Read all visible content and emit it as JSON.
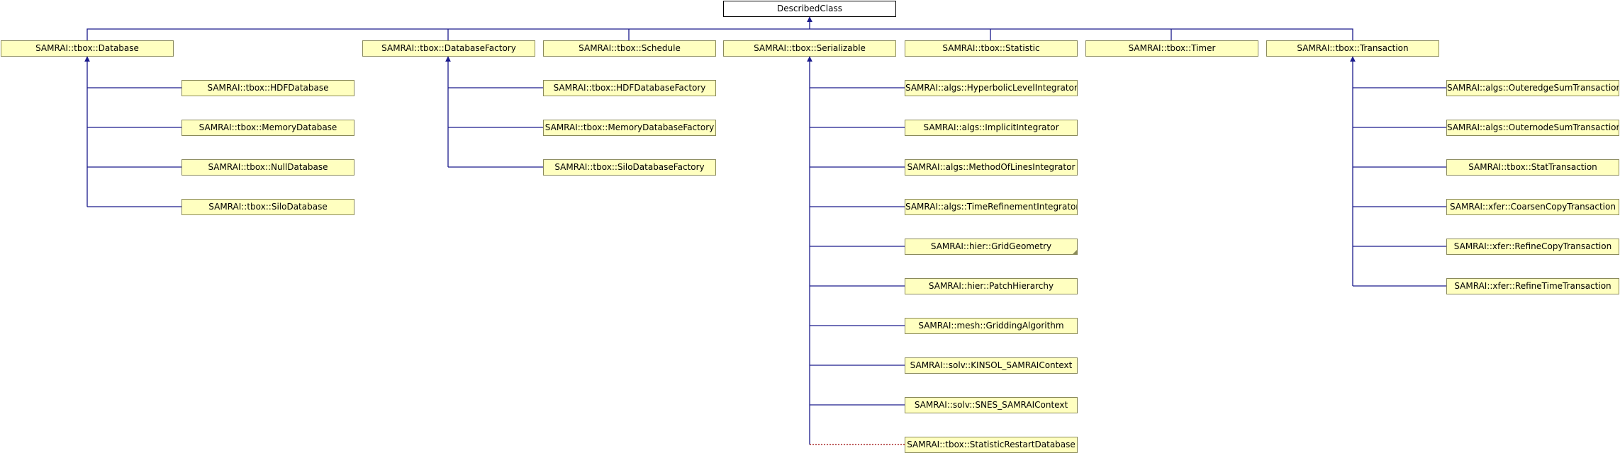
{
  "diagram": {
    "root": {
      "label": "DescribedClass"
    },
    "classes": {
      "database": "SAMRAI::tbox::Database",
      "database_factory": "SAMRAI::tbox::DatabaseFactory",
      "schedule": "SAMRAI::tbox::Schedule",
      "serializable": "SAMRAI::tbox::Serializable",
      "statistic": "SAMRAI::tbox::Statistic",
      "timer": "SAMRAI::tbox::Timer",
      "transaction": "SAMRAI::tbox::Transaction",
      "hdf_database": "SAMRAI::tbox::HDFDatabase",
      "memory_database": "SAMRAI::tbox::MemoryDatabase",
      "null_database": "SAMRAI::tbox::NullDatabase",
      "silo_database": "SAMRAI::tbox::SiloDatabase",
      "hdf_database_factory": "SAMRAI::tbox::HDFDatabaseFactory",
      "memory_database_factory": "SAMRAI::tbox::MemoryDatabaseFactory",
      "silo_database_factory": "SAMRAI::tbox::SiloDatabaseFactory",
      "hyperbolic_level_integrator": "SAMRAI::algs::HyperbolicLevelIntegrator",
      "implicit_integrator": "SAMRAI::algs::ImplicitIntegrator",
      "method_of_lines_integrator": "SAMRAI::algs::MethodOfLinesIntegrator",
      "time_refinement_integrator": "SAMRAI::algs::TimeRefinementIntegrator",
      "grid_geometry": "SAMRAI::hier::GridGeometry",
      "patch_hierarchy": "SAMRAI::hier::PatchHierarchy",
      "gridding_algorithm": "SAMRAI::mesh::GriddingAlgorithm",
      "kinsol_samrai_context": "SAMRAI::solv::KINSOL_SAMRAIContext",
      "snes_samrai_context": "SAMRAI::solv::SNES_SAMRAIContext",
      "statistic_restart_database": "SAMRAI::tbox::StatisticRestartDatabase",
      "outeredge_sum_transaction": "SAMRAI::algs::OuteredgeSumTransaction",
      "outernode_sum_transaction": "SAMRAI::algs::OuternodeSumTransaction",
      "stat_transaction": "SAMRAI::tbox::StatTransaction",
      "coarsen_copy_transaction": "SAMRAI::xfer::CoarsenCopyTransaction",
      "refine_copy_transaction": "SAMRAI::xfer::RefineCopyTransaction",
      "refine_time_transaction": "SAMRAI::xfer::RefineTimeTransaction"
    },
    "colors": {
      "class_fill": "#ffffc0",
      "class_border": "#8a8a5a",
      "public_inheritance_edge": "#1a1a8c",
      "template_edge": "#990000"
    }
  }
}
